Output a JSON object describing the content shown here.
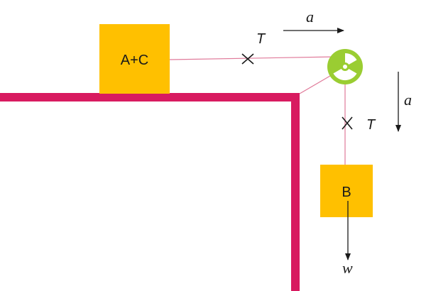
{
  "colors": {
    "table_edge": "#d81b60",
    "block_fill": "#ffc000",
    "string": "#e07a9a",
    "pulley_body": "#9acd32",
    "pulley_center": "#ffffff",
    "arrow": "#1a1a1a"
  },
  "labels": {
    "block_top": "A+C",
    "block_hanging": "B",
    "tension_horizontal": "T",
    "tension_vertical": "T",
    "accel_horizontal": "a",
    "accel_vertical": "a",
    "weight": "w"
  },
  "icons": {
    "pulley": "pulley-icon",
    "cut_mark_horizontal": "cross-mark",
    "cut_mark_vertical": "cross-mark"
  }
}
